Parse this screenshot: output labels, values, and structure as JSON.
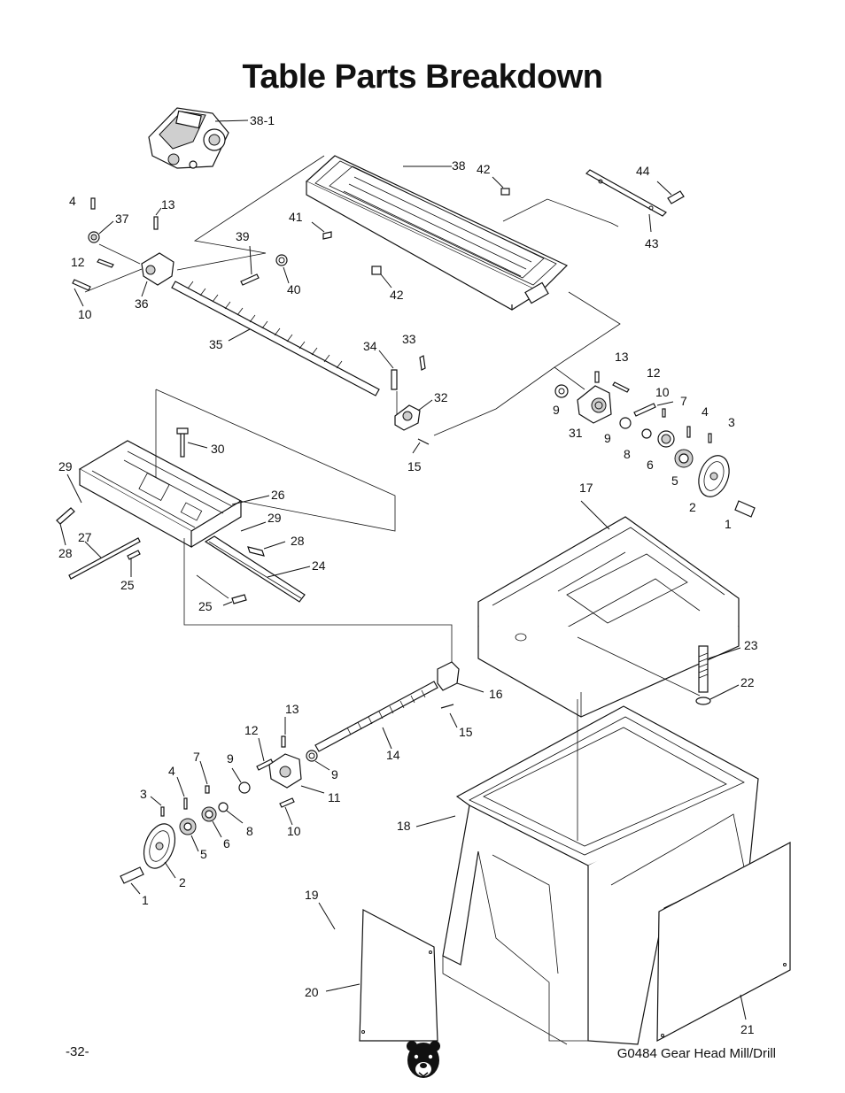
{
  "page": {
    "title": "Table Parts Breakdown",
    "page_number": "-32-",
    "manual_name": "G0484 Gear Head Mill/Drill"
  },
  "labels": {
    "p38_1": "38-1",
    "p38": "38",
    "p42a": "42",
    "p44": "44",
    "p43": "43",
    "p4a": "4",
    "p37": "37",
    "p13a": "13",
    "p41": "41",
    "p39": "39",
    "p12a": "12",
    "p10a": "10",
    "p36": "36",
    "p40": "40",
    "p42b": "42",
    "p35": "35",
    "p34": "34",
    "p33": "33",
    "p32": "32",
    "p15a": "15",
    "p13b": "13",
    "p12b": "12",
    "p9a": "9",
    "p10b": "10",
    "p7a": "7",
    "p31": "31",
    "p9b": "9",
    "p4b": "4",
    "p3a": "3",
    "p8a": "8",
    "p6a": "6",
    "p5a": "5",
    "p2a": "2",
    "p1a": "1",
    "p17": "17",
    "p30": "30",
    "p29a": "29",
    "p26": "26",
    "p29b": "29",
    "p28a": "28",
    "p27": "27",
    "p28b": "28",
    "p24": "24",
    "p25a": "25",
    "p25b": "25",
    "p23": "23",
    "p22": "22",
    "p16": "16",
    "p15b": "15",
    "p13c": "13",
    "p12c": "12",
    "p14": "14",
    "p7b": "7",
    "p9c": "9",
    "p9d": "9",
    "p4c": "4",
    "p11": "11",
    "p3b": "3",
    "p10c": "10",
    "p8b": "8",
    "p6b": "6",
    "p5b": "5",
    "p2b": "2",
    "p1b": "1",
    "p18": "18",
    "p19": "19",
    "p20": "20",
    "p21": "21"
  },
  "icons": {
    "logo": "grizzly-bear-logo"
  }
}
